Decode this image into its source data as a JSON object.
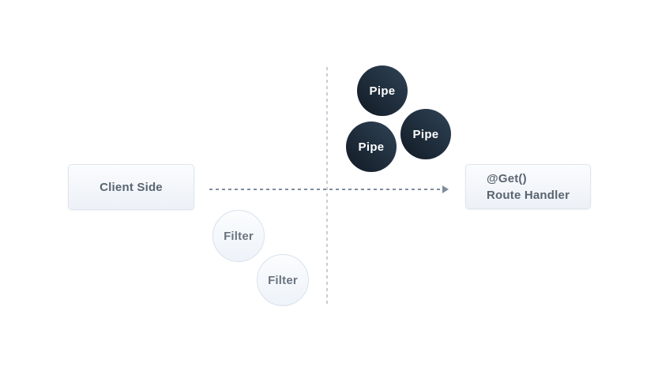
{
  "diagram": {
    "client_box": {
      "label": "Client Side"
    },
    "route_box": {
      "line1": "@Get()",
      "line2": "Route Handler"
    },
    "pipes": [
      {
        "label": "Pipe"
      },
      {
        "label": "Pipe"
      },
      {
        "label": "Pipe"
      }
    ],
    "filters": [
      {
        "label": "Filter"
      },
      {
        "label": "Filter"
      }
    ],
    "colors": {
      "background": "#ffffff",
      "box_fill_top": "#fafcfe",
      "box_fill_bottom": "#edf1f7",
      "box_border": "#e0e6ee",
      "box_text": "#5a6570",
      "pipe_fill_top": "#2f4356",
      "pipe_fill_bottom": "#141e29",
      "pipe_text": "#ffffff",
      "filter_fill_top": "#fbfdfe",
      "filter_fill_bottom": "#eef3f9",
      "filter_border": "#d9e2ec",
      "filter_text": "#6a7480",
      "arrow_color": "#7f8d9b",
      "divider_color": "#c9ced6"
    }
  }
}
